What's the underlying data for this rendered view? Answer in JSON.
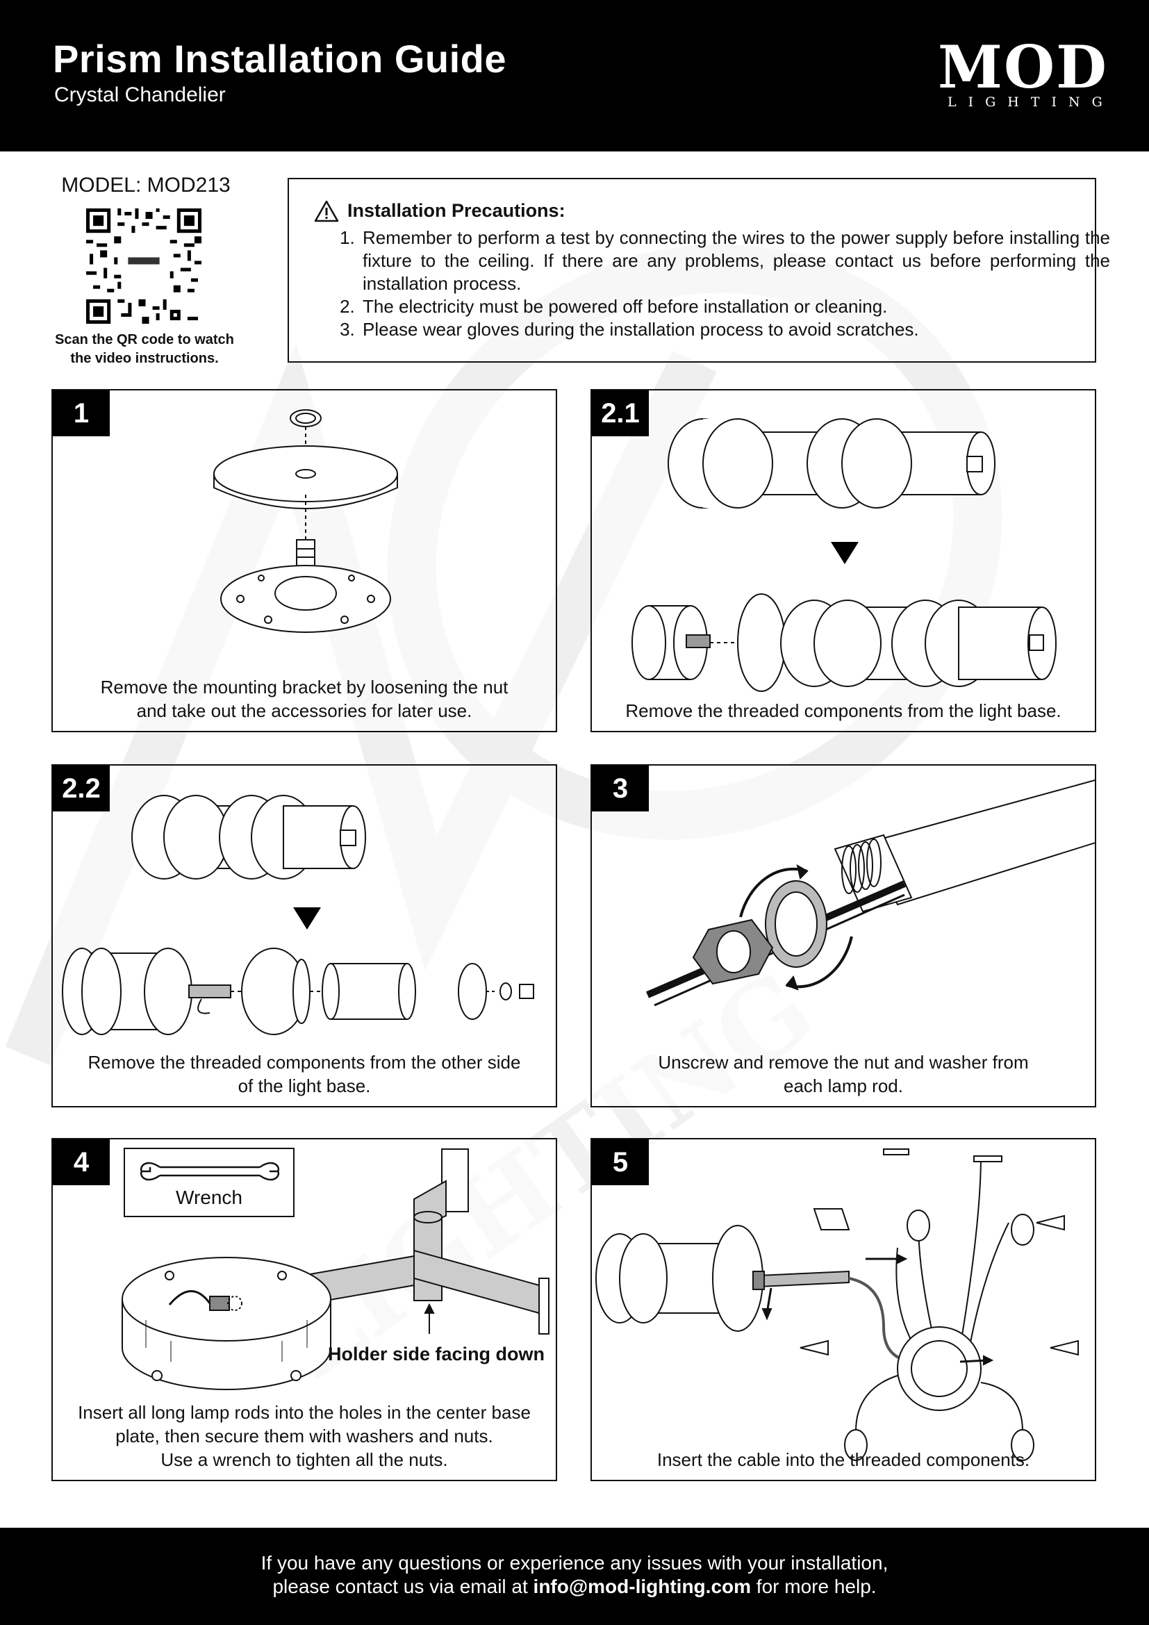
{
  "header": {
    "title": "Prism Installation Guide",
    "subtitle": "Crystal Chandelier",
    "logo_main": "MOD",
    "logo_sub": "LIGHTING"
  },
  "model": {
    "label": "MODEL: MOD213",
    "qr_caption_line1": "Scan the QR code to watch",
    "qr_caption_line2": "the video instructions."
  },
  "precautions": {
    "title": "Installation Precautions:",
    "icon": "warning-icon",
    "items": [
      "Remember to perform a test by connecting the wires to the power supply before installing the fixture to the ceiling. If there are any problems, please contact us before performing the installation process.",
      "The electricity must be powered off before installation or cleaning.",
      "Please wear gloves during the installation process to avoid scratches."
    ]
  },
  "steps": [
    {
      "number": "1",
      "caption": [
        "Remove the mounting bracket by loosening the nut",
        "and take out the accessories for later use."
      ]
    },
    {
      "number": "2.1",
      "caption": [
        "Remove the threaded components from the light base."
      ]
    },
    {
      "number": "2.2",
      "caption": [
        "Remove the threaded components from the other side",
        "of the light base."
      ]
    },
    {
      "number": "3",
      "caption": [
        "Unscrew and remove the nut and washer from",
        "each lamp rod."
      ]
    },
    {
      "number": "4",
      "caption": [
        "Insert all long lamp rods into the holes in the center base",
        "plate, then secure them with washers and nuts.",
        "Use a wrench to tighten all the nuts."
      ],
      "tool_label": "Wrench",
      "note": "Holder side facing down"
    },
    {
      "number": "5",
      "caption": [
        "Insert the cable into the threaded components."
      ]
    }
  ],
  "footer": {
    "line1": "If you have any questions or experience any issues with your installation,",
    "line2_prefix": "please contact us via email at ",
    "email": "info@mod-lighting.com",
    "line2_suffix": " for more help."
  },
  "colors": {
    "header_bg": "#000000",
    "text": "#111111",
    "watermark": "#f0f0f0"
  }
}
